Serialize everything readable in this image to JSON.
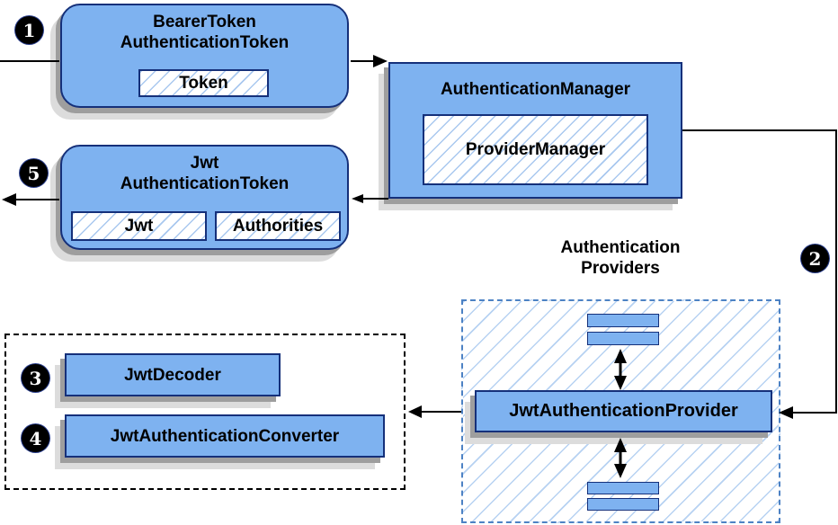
{
  "colors": {
    "node-fill": "#7eb2f0",
    "node-border": "#15307a",
    "hatch-line": "#a9c8ef",
    "hatch-line-light": "#b7d2f2",
    "providers-dash": "#4d82c4",
    "arrow": "#000000",
    "badge-bg": "#000000",
    "badge-fg": "#ffffff"
  },
  "badges": {
    "step1": "1",
    "step2": "2",
    "step3": "3",
    "step4": "4",
    "step5": "5"
  },
  "nodes": {
    "bearer_token": {
      "title_line1": "BearerToken",
      "title_line2": "AuthenticationToken",
      "chip_token": "Token"
    },
    "authentication_manager": {
      "title": "AuthenticationManager",
      "inner": "ProviderManager"
    },
    "jwt_authentication_token": {
      "title_line1": "Jwt",
      "title_line2": "AuthenticationToken",
      "chip_jwt": "Jwt",
      "chip_authorities": "Authorities"
    },
    "providers_group": {
      "label_line1": "Authentication",
      "label_line2": "Providers"
    },
    "jwt_authentication_provider": {
      "title": "JwtAuthenticationProvider"
    },
    "jwt_decoder": {
      "title": "JwtDecoder"
    },
    "jwt_authentication_converter": {
      "title": "JwtAuthenticationConverter"
    }
  }
}
